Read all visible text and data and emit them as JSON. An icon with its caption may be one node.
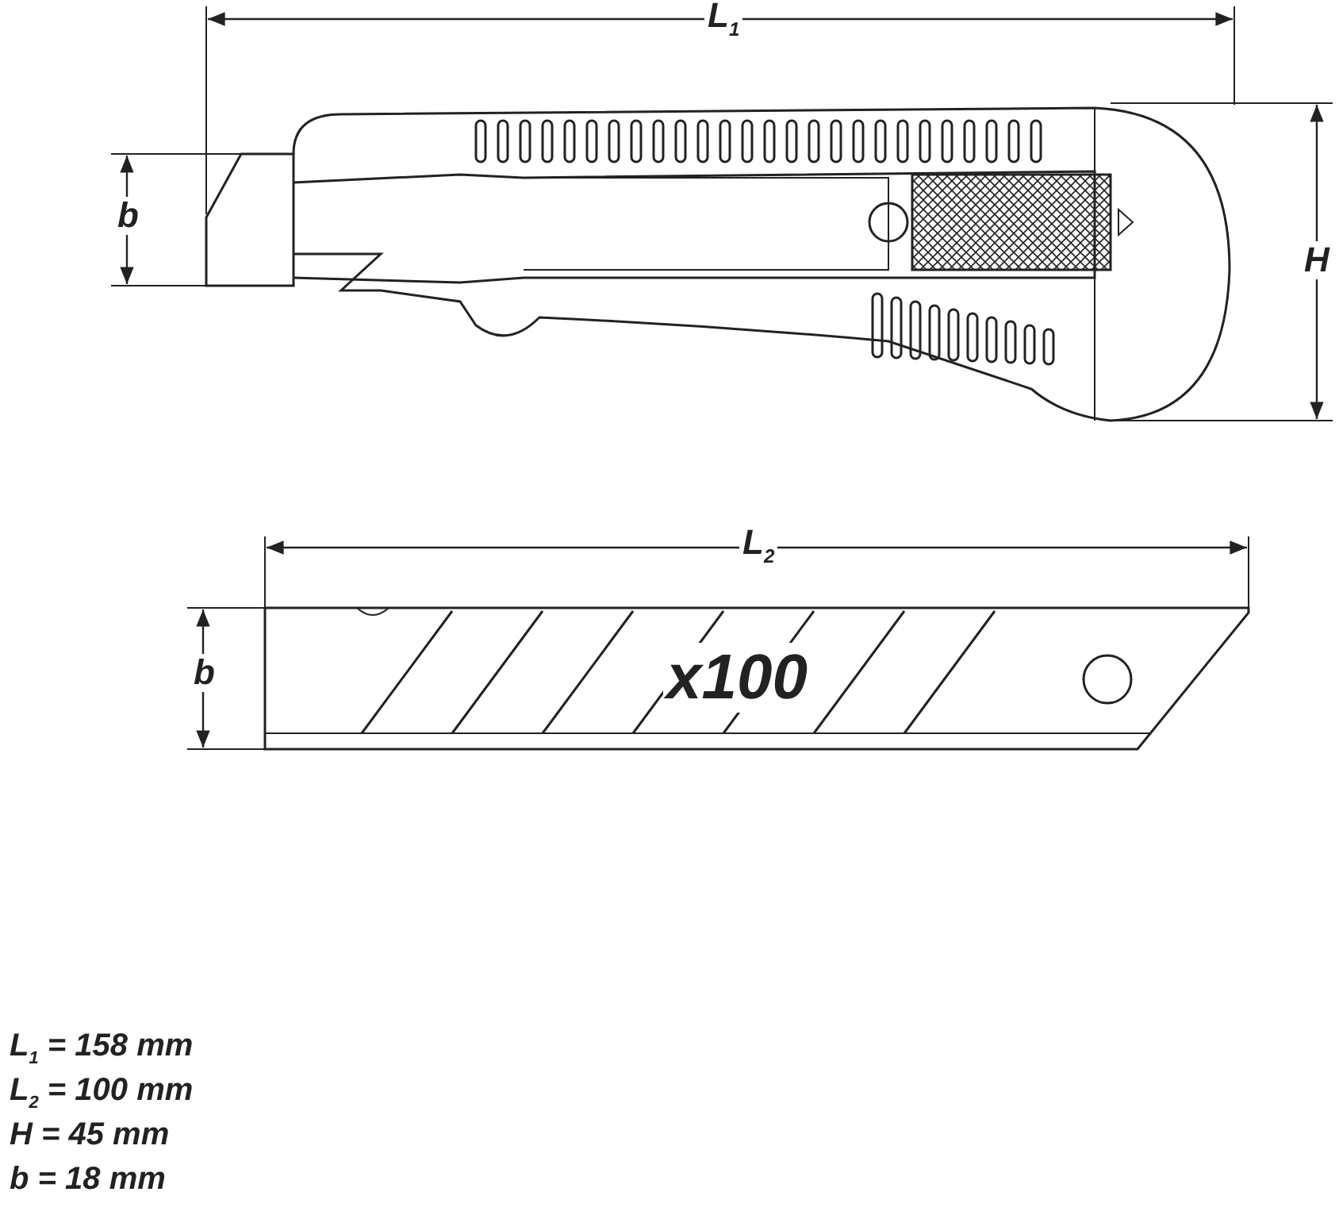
{
  "diagram": {
    "labels": [
      "L$_{1}$",
      "b",
      "H",
      "L$_{2}$",
      "b",
      "x100",
      "L$_{1}$ = 158 mm",
      "L$_{2}$ = 100 mm",
      "H = 45 mm",
      "b = 18 mm"
    ]
  }
}
